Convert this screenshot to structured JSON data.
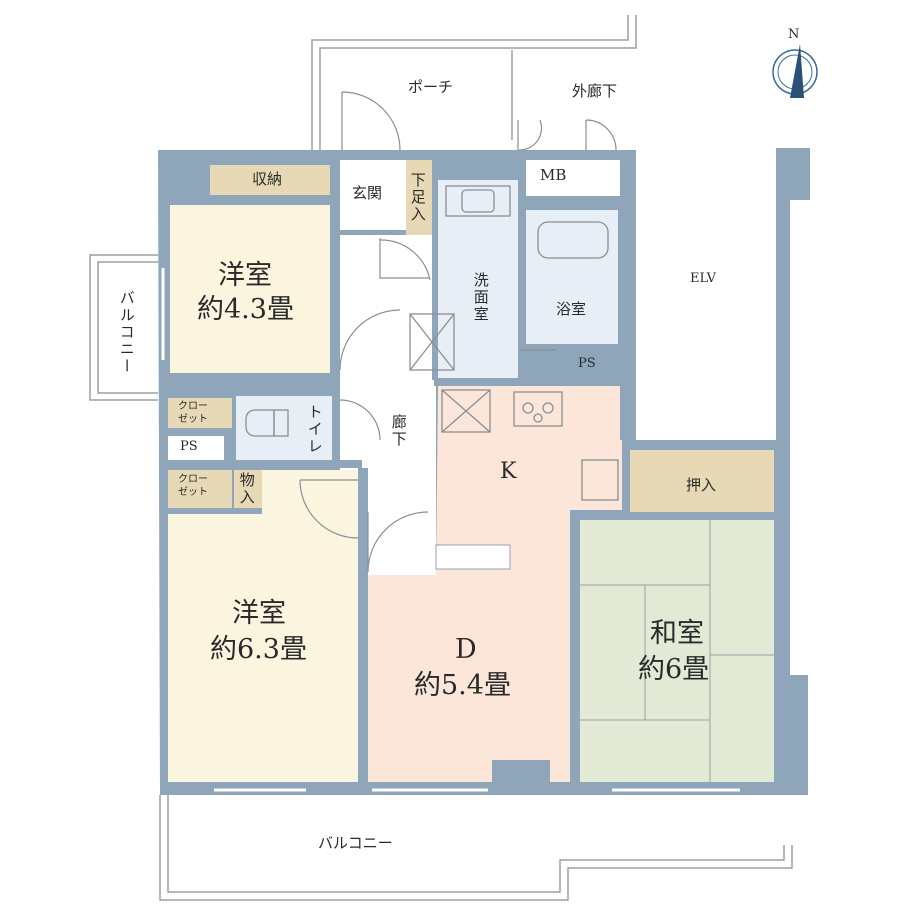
{
  "colors": {
    "wall": "#8fa6ba",
    "western": "#fbf5df",
    "wet": "#e8eef6",
    "dk": "#fbe6d9",
    "washitsu": "#e2ead5",
    "storage": "#e7d9b6",
    "line": "#9aa0a6",
    "text": "#2a2a2a"
  },
  "compass": {
    "label": "N"
  },
  "rooms": {
    "porch": "ポーチ",
    "outer_corridor": "外廊下",
    "storage_top": "収納",
    "entrance": "玄関",
    "shoe_box": "下足入",
    "mb": "MB",
    "western1_name": "洋室",
    "western1_size": "約4.3畳",
    "balcony_side": "バルコニー",
    "washroom": "洗面室",
    "bath": "浴室",
    "elv": "ELV",
    "ps_bath": "PS",
    "closet1": "クロー\nゼット",
    "ps_left": "PS",
    "toilet": "トイレ",
    "hallway": "廊下",
    "kitchen": "K",
    "oshiire": "押入",
    "closet2": "クロー\nゼット",
    "mono_ire": "物入",
    "western2_name": "洋室",
    "western2_size": "約6.3畳",
    "dining_name": "D",
    "dining_size": "約5.4畳",
    "washitsu_name": "和室",
    "washitsu_size": "約6畳",
    "balcony_bottom": "バルコニー"
  }
}
